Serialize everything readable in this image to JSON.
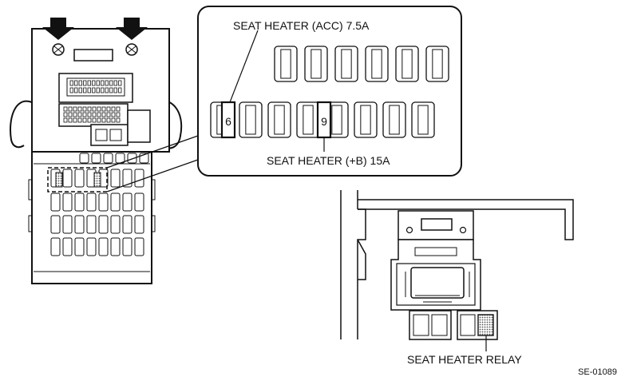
{
  "labels": {
    "seat_heater_acc": "SEAT HEATER (ACC) 7.5A",
    "seat_heater_b": "SEAT HEATER (+B) 15A",
    "seat_heater_relay": "SEAT HEATER RELAY",
    "figure_code": "SE-01089"
  },
  "fuse_numbers": {
    "left": "6",
    "right": "9"
  },
  "colors": {
    "ink": "#111111",
    "paper": "#ffffff",
    "hatch": "#9a9a9a"
  }
}
